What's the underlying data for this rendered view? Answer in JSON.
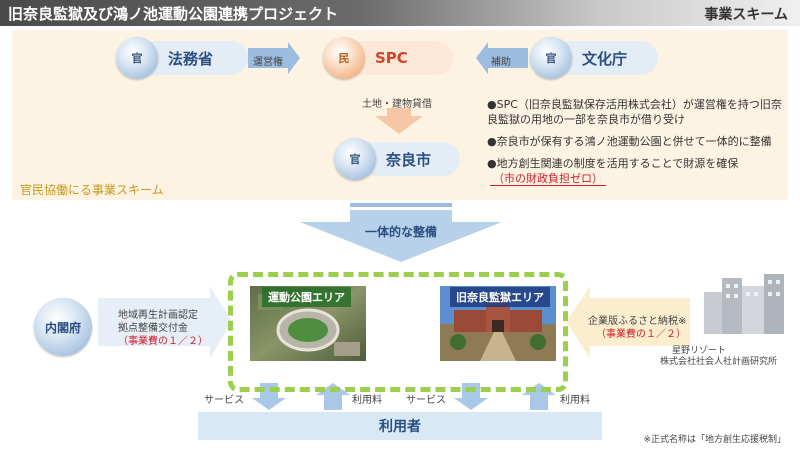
{
  "header": {
    "title": "旧奈良監獄及び鴻ノ池運動公園連携プロジェクト",
    "label": "事業スキーム"
  },
  "scheme": {
    "moj": {
      "badge": "官",
      "name": "法務省"
    },
    "spc": {
      "badge": "民",
      "name": "SPC"
    },
    "bunka": {
      "badge": "官",
      "name": "文化庁"
    },
    "nara": {
      "badge": "官",
      "name": "奈良市"
    },
    "unei_label": "運営権",
    "hojo_label": "補助",
    "tochi_label": "土地・建物貸借",
    "bullets": [
      "●SPC（旧奈良監獄保存活用株式会社）が運営権を持つ旧奈良監獄の用地の一部を奈良市が借り受け",
      "●奈良市が保有する鴻ノ池運動公園と併せて一体的に整備",
      "●地方創生関連の制度を活用することで財源を確保"
    ],
    "finance_note": "（市の財政負担ゼロ）",
    "caption": "官民協働にる事業スキーム"
  },
  "integrated_label": "一体的な整備",
  "areas": {
    "park_label": "運動公園エリア",
    "prison_label": "旧奈良監獄エリア"
  },
  "left_funding": {
    "agency": "内閣府",
    "line1": "地域再生計画認定",
    "line2": "拠点整備交付金",
    "share": "（事業費の１／２）"
  },
  "right_funding": {
    "line1": "企業版ふるさと納税※",
    "share": "（事業費の１／２）",
    "donor1": "星野リゾート",
    "donor2": "株式会社社会人社計画研究所"
  },
  "flows": {
    "service1": "サービス",
    "fee1": "利用料",
    "service2": "サービス",
    "fee2": "利用料"
  },
  "users_label": "利用者",
  "footnote": "※正式名称は「地方創生応援税制」",
  "colors": {
    "accent_blue": "#2a4f80",
    "accent_red": "#d0202a",
    "dashed_green": "#9ccf4c",
    "panel_bg": "#fdf3e3"
  }
}
